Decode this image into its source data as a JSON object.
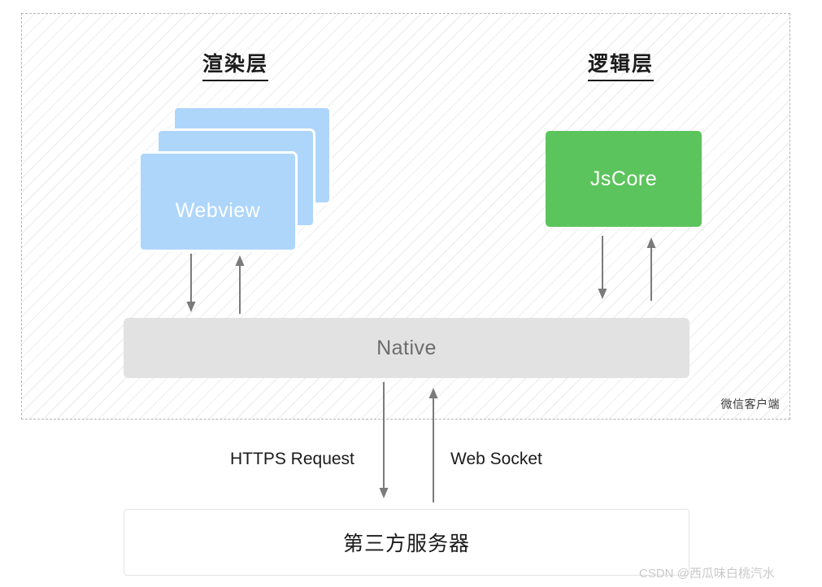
{
  "diagram": {
    "client_container": {
      "label": "微信客户端"
    },
    "columns": [
      {
        "name": "render-layer",
        "title": "渲染层"
      },
      {
        "name": "logic-layer",
        "title": "逻辑层"
      }
    ],
    "nodes": {
      "webview": {
        "label": "Webview",
        "stack_count": 3,
        "color": "#aed6fb",
        "text_color": "#ffffff"
      },
      "jscore": {
        "label": "JsCore",
        "color": "#5cc45c",
        "text_color": "#ffffff"
      },
      "native": {
        "label": "Native",
        "color": "#e2e2e2",
        "text_color": "#6c6c6c"
      },
      "server": {
        "label": "第三方服务器",
        "color": "#ffffff",
        "text_color": "#1b1b1b"
      }
    },
    "connections": [
      {
        "name": "webview-to-native",
        "direction": "down",
        "label": ""
      },
      {
        "name": "native-to-webview",
        "direction": "up",
        "label": ""
      },
      {
        "name": "jscore-to-native",
        "direction": "down",
        "label": ""
      },
      {
        "name": "native-to-jscore",
        "direction": "up",
        "label": ""
      },
      {
        "name": "native-to-server",
        "direction": "down",
        "label": "HTTPS Request"
      },
      {
        "name": "server-to-native",
        "direction": "up",
        "label": "Web Socket"
      }
    ],
    "transport_labels": {
      "https": "HTTPS Request",
      "websocket": "Web Socket"
    },
    "colors": {
      "arrow": "#7b7b7b",
      "dashed_border": "#b4b4b4",
      "hatch": "#eceff1",
      "heading": "#1b1b1b"
    }
  },
  "watermark": {
    "text": "CSDN @西瓜味白桃汽水"
  }
}
